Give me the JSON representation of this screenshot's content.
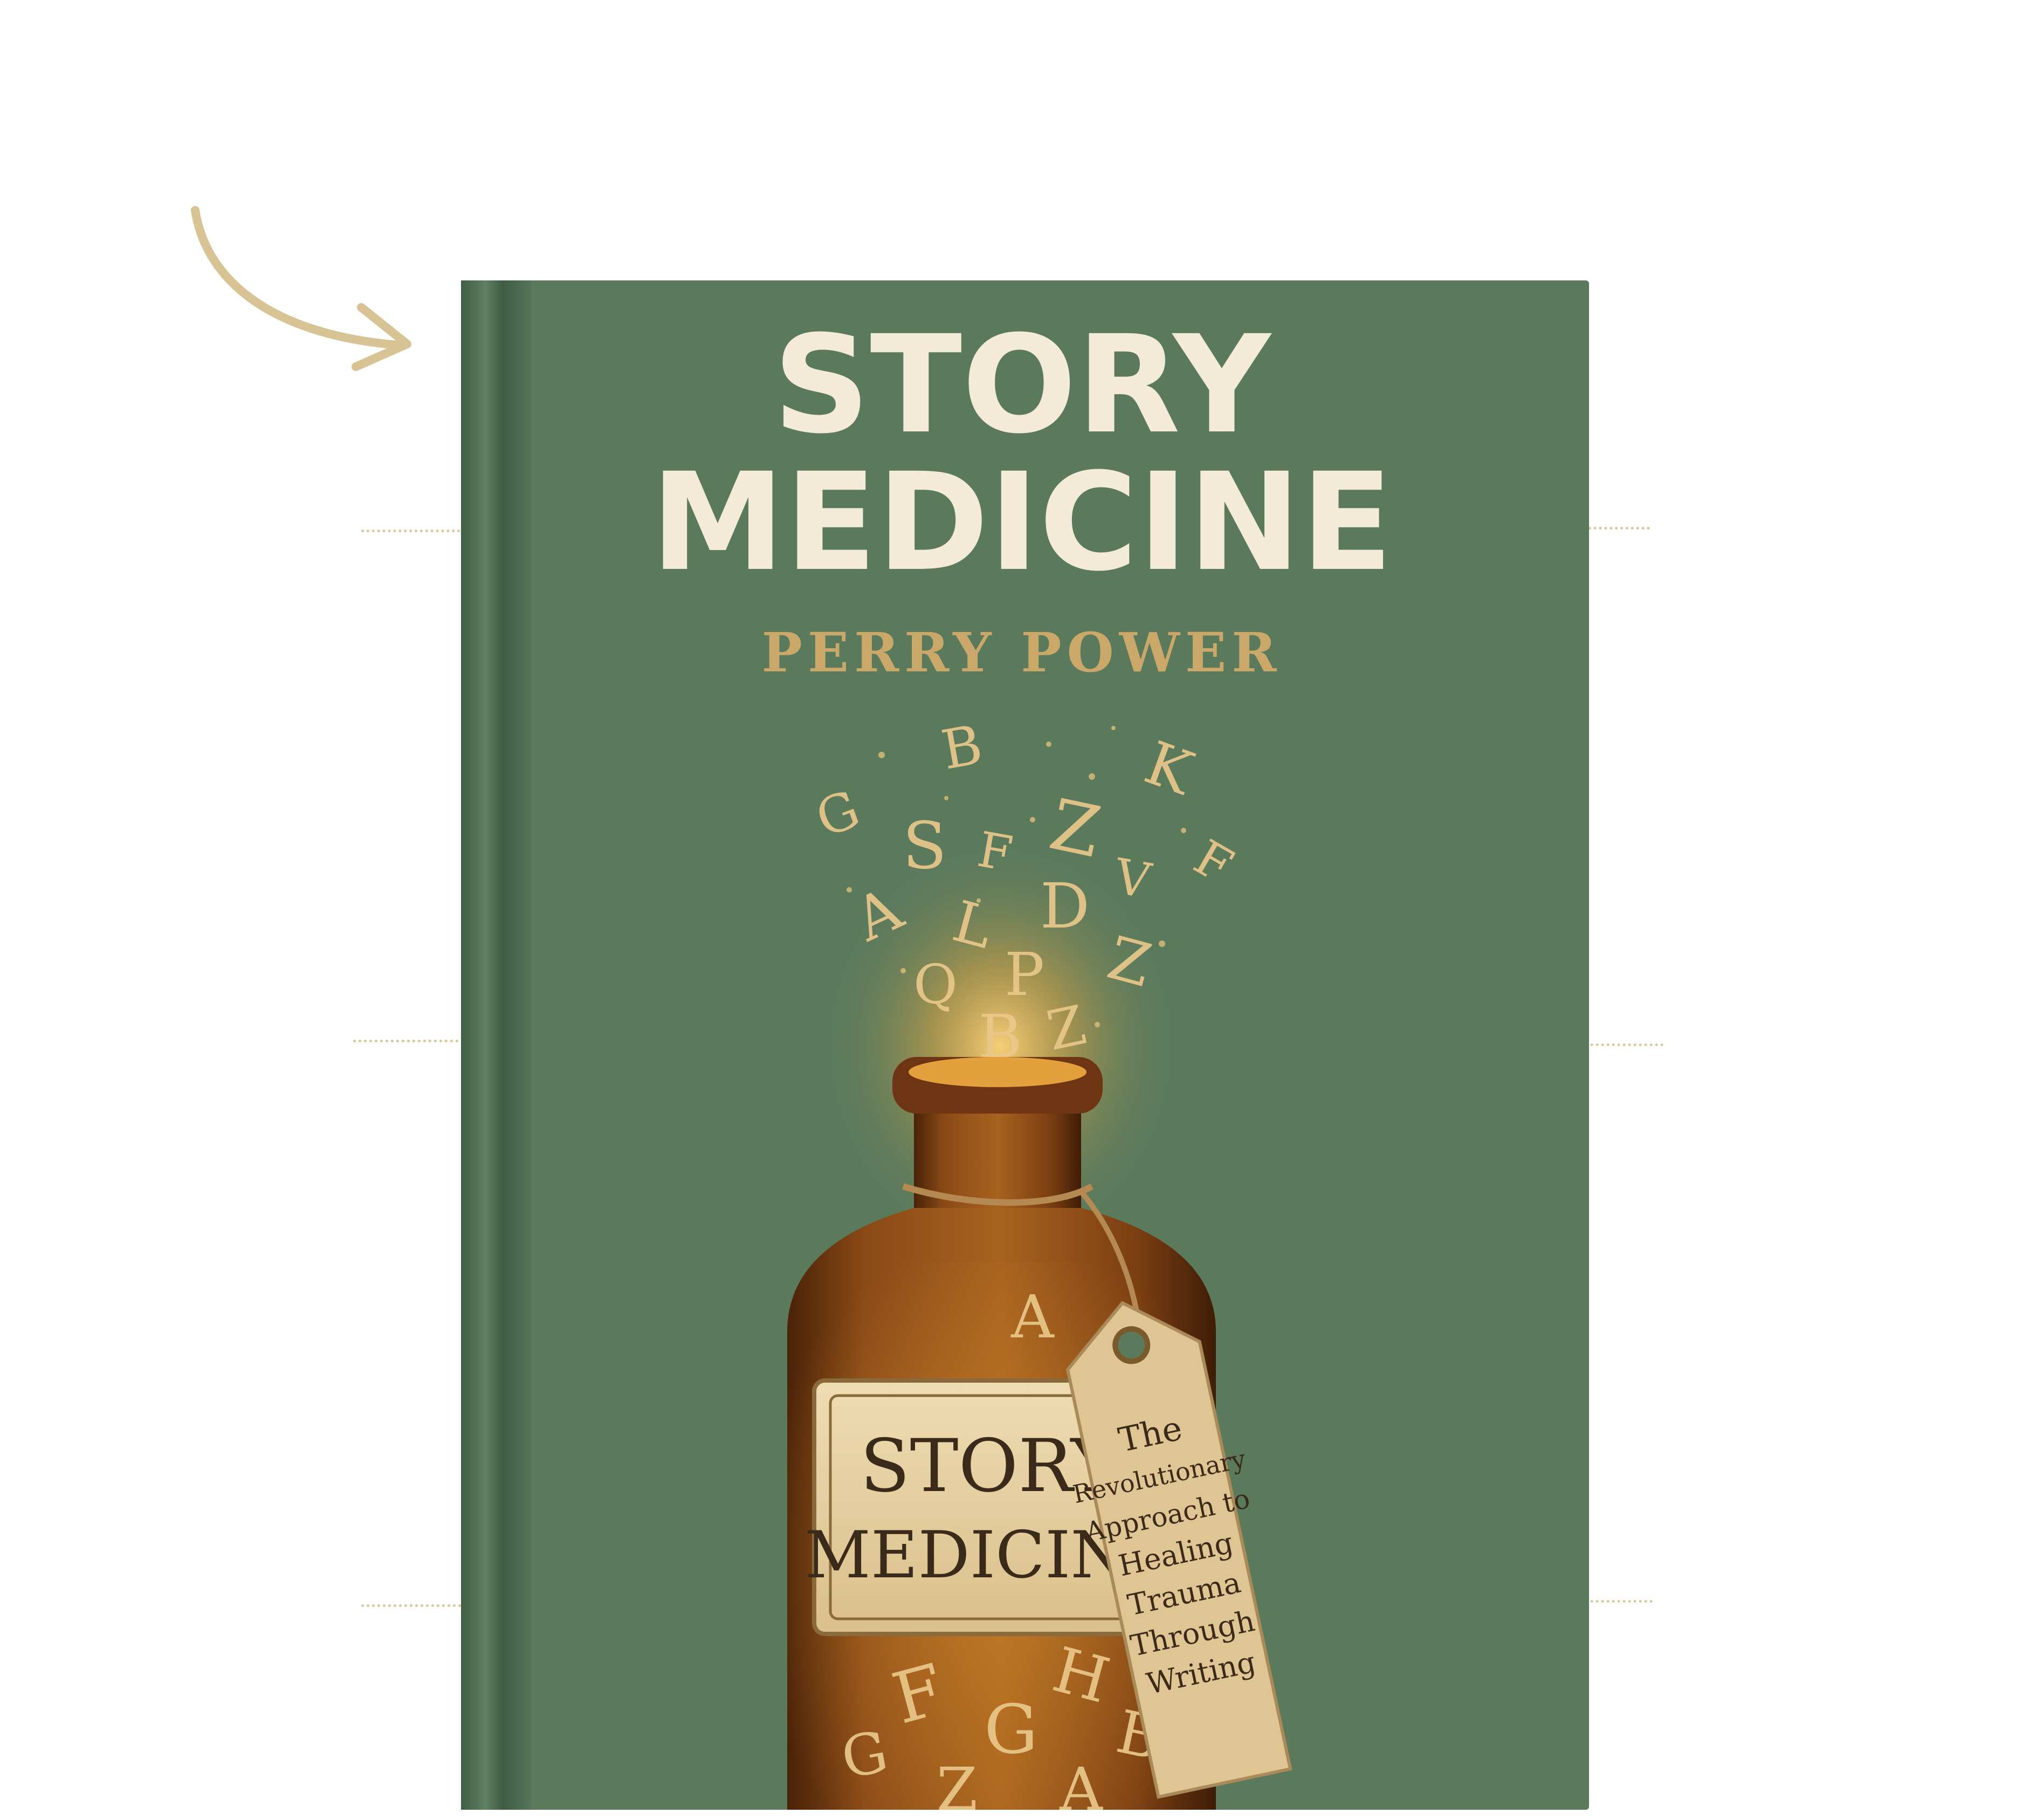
{
  "cover": {
    "title_line1": "STORY",
    "title_line2": "MEDICINE",
    "author": "PERRY POWER"
  },
  "bottle_label": {
    "line1": "STORY",
    "line2": "MEDICINE"
  },
  "tag": {
    "lines": [
      "The",
      "Revolutionary",
      "Approach to",
      "Healing",
      "Trauma",
      "Through",
      "Writing"
    ]
  },
  "floating_letters": [
    "G",
    "B",
    "K",
    "S",
    "F",
    "Z",
    "F",
    "A",
    "L",
    "D",
    "V",
    "Q",
    "P",
    "Z",
    "B",
    "Z"
  ],
  "bottle_letters": [
    "A",
    "F",
    "H",
    "G",
    "G",
    "B",
    "Z",
    "A"
  ],
  "colors": {
    "cover_green": "#5b7a5c",
    "spine_green": "#4f6e52",
    "title_cream": "#f3ead7",
    "author_gold": "#c9a86a",
    "amber_bottle": "#7a3e14",
    "guide_gold": "#d9c79a"
  }
}
